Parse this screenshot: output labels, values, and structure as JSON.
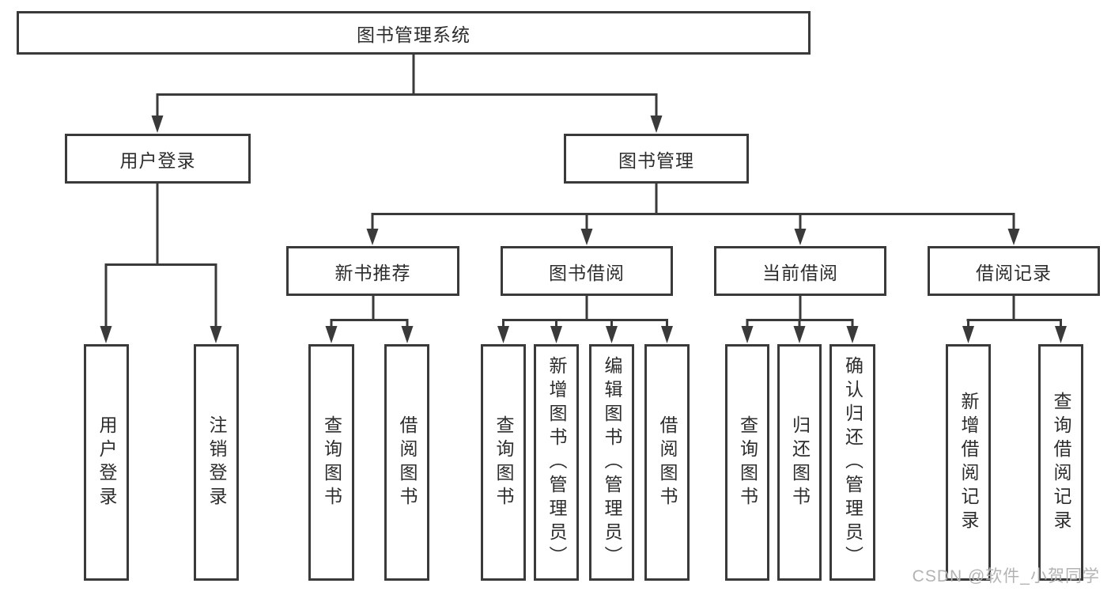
{
  "colors": {
    "line": "#3a3a3a",
    "text": "#2d2d2d",
    "background": "#ffffff",
    "watermark": "#b3b3b3"
  },
  "watermark": {
    "text": "CSDN @软件_小贺同学"
  },
  "tree": {
    "root": {
      "label": "图书管理系统"
    },
    "branches": [
      {
        "label": "用户登录",
        "children": [
          {
            "label": "用户登录"
          },
          {
            "label": "注销登录"
          }
        ]
      },
      {
        "label": "图书管理",
        "children": [
          {
            "label": "新书推荐",
            "children": [
              {
                "label": "查询图书"
              },
              {
                "label": "借阅图书"
              }
            ]
          },
          {
            "label": "图书借阅",
            "children": [
              {
                "label": "查询图书"
              },
              {
                "label": "新增图书（管理员）"
              },
              {
                "label": "编辑图书（管理员）"
              },
              {
                "label": "借阅图书"
              }
            ]
          },
          {
            "label": "当前借阅",
            "children": [
              {
                "label": "查询图书"
              },
              {
                "label": "归还图书"
              },
              {
                "label": "确认归还（管理员）"
              }
            ]
          },
          {
            "label": "借阅记录",
            "children": [
              {
                "label": "新增借阅记录"
              },
              {
                "label": "查询借阅记录"
              }
            ]
          }
        ]
      }
    ]
  }
}
